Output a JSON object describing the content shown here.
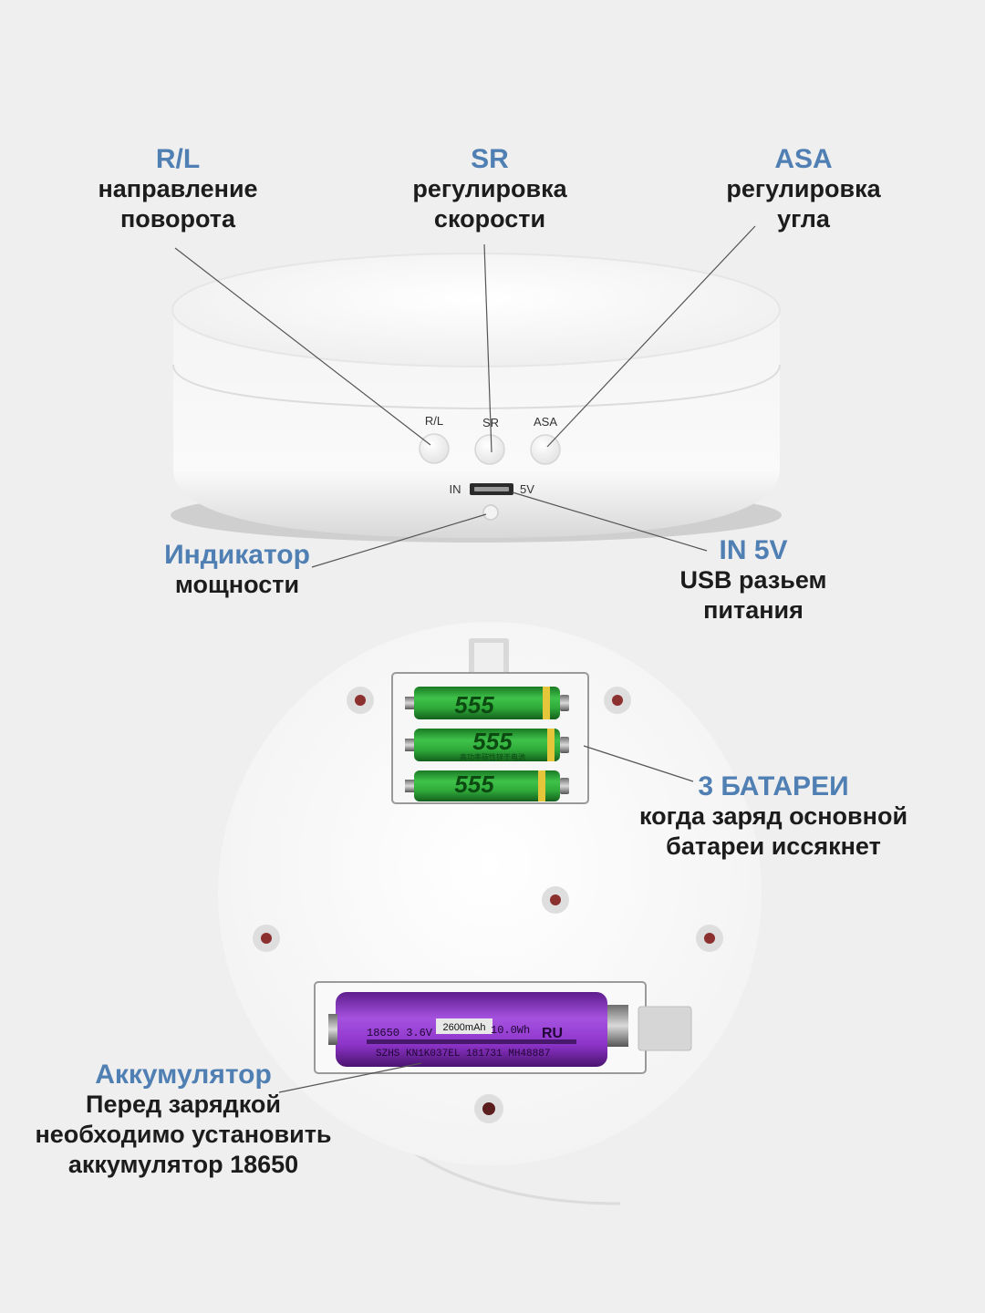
{
  "device_top": {
    "button_marks": [
      "R/L",
      "SR",
      "ASA"
    ],
    "port_left_mark": "IN",
    "port_right_mark": "5V"
  },
  "callouts": {
    "rl": {
      "title": "R/L",
      "line1": "направление",
      "line2": "поворота"
    },
    "sr": {
      "title": "SR",
      "line1": "регулировка",
      "line2": "скорости"
    },
    "asa": {
      "title": "ASA",
      "line1": "регулировка",
      "line2": "угла"
    },
    "indicator": {
      "title": "Индикатор",
      "line1": "мощности"
    },
    "usb": {
      "title": "IN 5V",
      "line1": "USB разьем",
      "line2": "питания"
    },
    "batteries": {
      "title": "3 БАТАРЕИ",
      "line1": "когда заряд основной",
      "line2": "батареи иссякнет"
    },
    "accumulator": {
      "title": "Аккумулятор",
      "line1": "Перед зарядкой",
      "line2": "необходимо установить",
      "line3": "аккумулятор 18650"
    }
  },
  "aa_battery_brand": "555",
  "aa_battery_subtext": "高功率碳性锌干电池",
  "li_battery": {
    "print_line1_left": "18650 3.6V",
    "capacity_label": "2600mAh",
    "print_line1_right": "10.0Wh",
    "cert_mark": "RU",
    "print_line2": "SZHS KN1K037EL 181731 MH48887"
  },
  "colors": {
    "accent": "#4f7fb3",
    "text": "#1c1c1c",
    "aa_battery": "#2faa3a",
    "li_battery": "#8d34c9",
    "device": "#ffffff",
    "background": "#efefef"
  }
}
